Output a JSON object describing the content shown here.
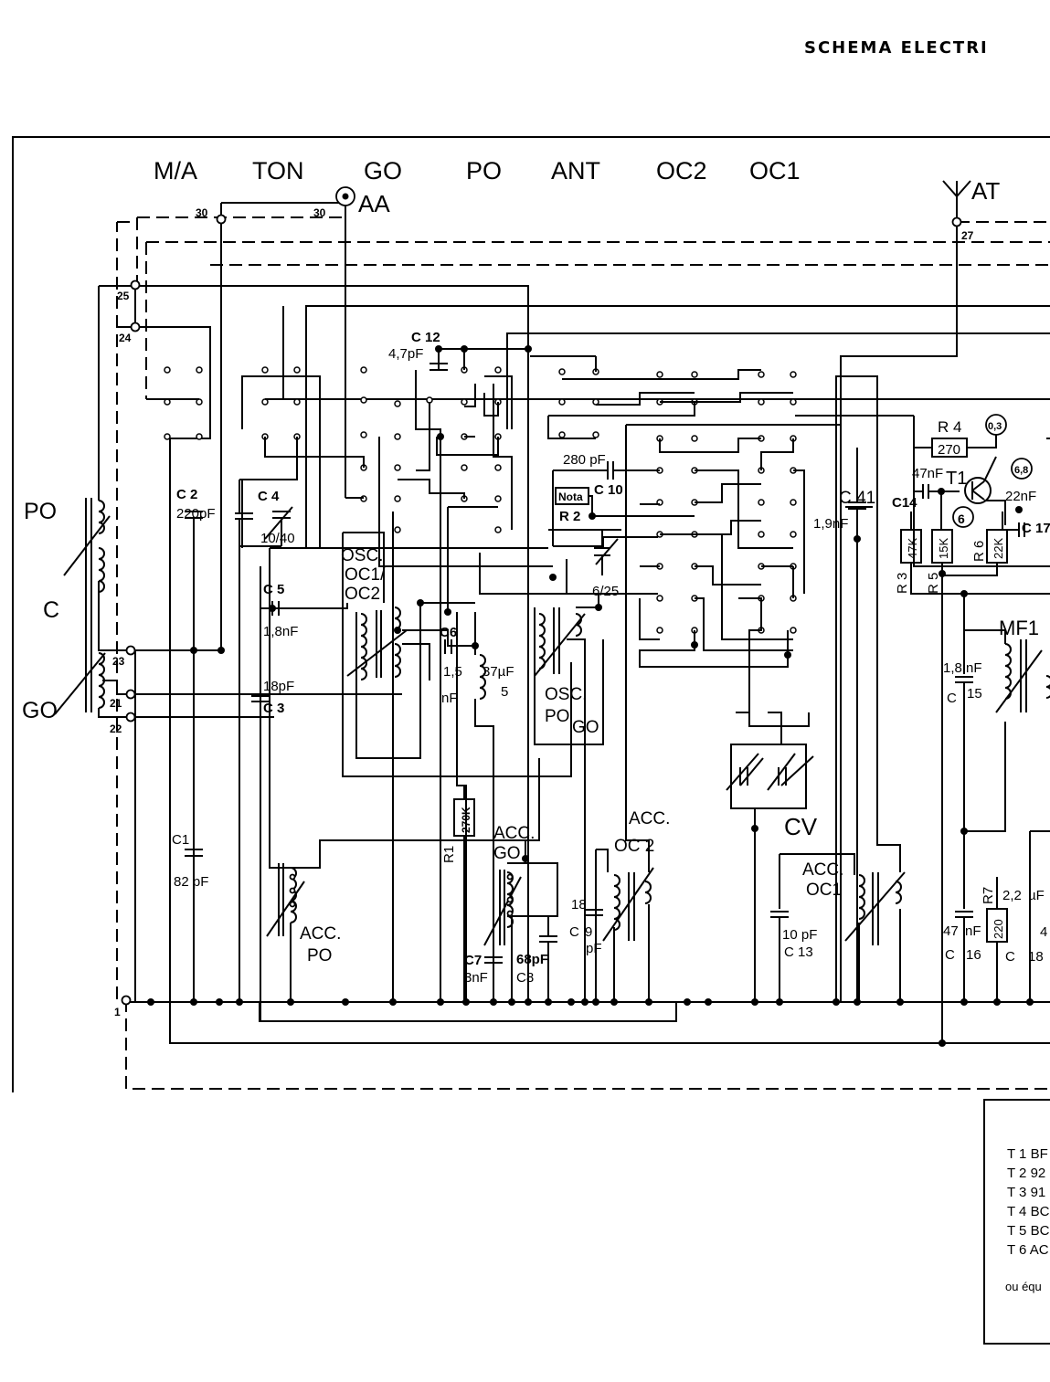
{
  "header": {
    "title": "SCHEMA ELECTRI"
  },
  "switch_labels": [
    "M/A",
    "TON",
    "GO",
    "PO",
    "ANT",
    "OC2",
    "OC1"
  ],
  "antenna_labels": {
    "aa": "AA",
    "at": "AT"
  },
  "terminals": {
    "t30a": "30",
    "t30b": "30",
    "t27": "27",
    "t25": "25",
    "t24": "24",
    "t23": "23",
    "t21": "21",
    "t22": "22",
    "t1": "1"
  },
  "components": {
    "c12": "C 12",
    "c12v": "4,7pF",
    "c2": "C 2",
    "c2v": "220pF",
    "c4": "C 4",
    "c4v": "10/40",
    "c5": "C 5",
    "c5v": "1,8nF",
    "c3v": "18pF",
    "c3": "C 3",
    "c1": "C1",
    "c1v": "82 pF",
    "c10v": "280 pF",
    "c10": "C 10",
    "nota": "Nota",
    "r2": "R 2",
    "osc_oc": [
      "OSC.",
      "OC1/",
      "OC2"
    ],
    "c6": "C6",
    "c6v": [
      "1,5",
      "nF"
    ],
    "l37": [
      "37µF",
      "5"
    ],
    "osc_po": [
      "OSC.",
      "PO",
      "GO"
    ],
    "trim": "6/25",
    "r1": "R1",
    "r1v": "270K",
    "acc_go": [
      "ACC.",
      "GO"
    ],
    "c7": [
      "C7",
      "3nF"
    ],
    "c8": [
      "68pF",
      "C8"
    ],
    "acc_oc2": [
      "ACC.",
      "OC 2"
    ],
    "c9": [
      "C",
      "9",
      "18",
      "pF"
    ],
    "cv": "CV",
    "acc_oc1": [
      "ACC.",
      "OC1"
    ],
    "c13": [
      "10 pF",
      "C 13"
    ],
    "acc_po": [
      "ACC.",
      "PO"
    ],
    "c41": "C 41",
    "c41v": "1,9nF",
    "r4": "R 4",
    "r4v": "270",
    "c14": "C14",
    "c14v": "47nF",
    "t1": "T1",
    "v03": "0,3",
    "v68": "6,8",
    "v6": "6",
    "c17v": "22nF",
    "c17": "C 17",
    "r3": "R 3",
    "r3v": "47K",
    "r5": "R 5",
    "r5v": "15K",
    "r6": "R 6",
    "r6v": "22K",
    "mf1": "MF1",
    "c15": [
      "1,8 nF",
      "C",
      "15"
    ],
    "c16": [
      "47",
      "nF",
      "C",
      "16"
    ],
    "r7": "R7",
    "r7v": "220",
    "c18": [
      "2,2",
      "µF",
      "C",
      "18",
      "4"
    ],
    "po": "PO",
    "c": "C",
    "go": "GO"
  },
  "legend": {
    "rows": [
      "T 1 BF",
      "T 2 92",
      "T 3 91",
      "T 4 BC",
      "T 5 BC",
      "T 6 AC"
    ],
    "note": "ou équ"
  }
}
